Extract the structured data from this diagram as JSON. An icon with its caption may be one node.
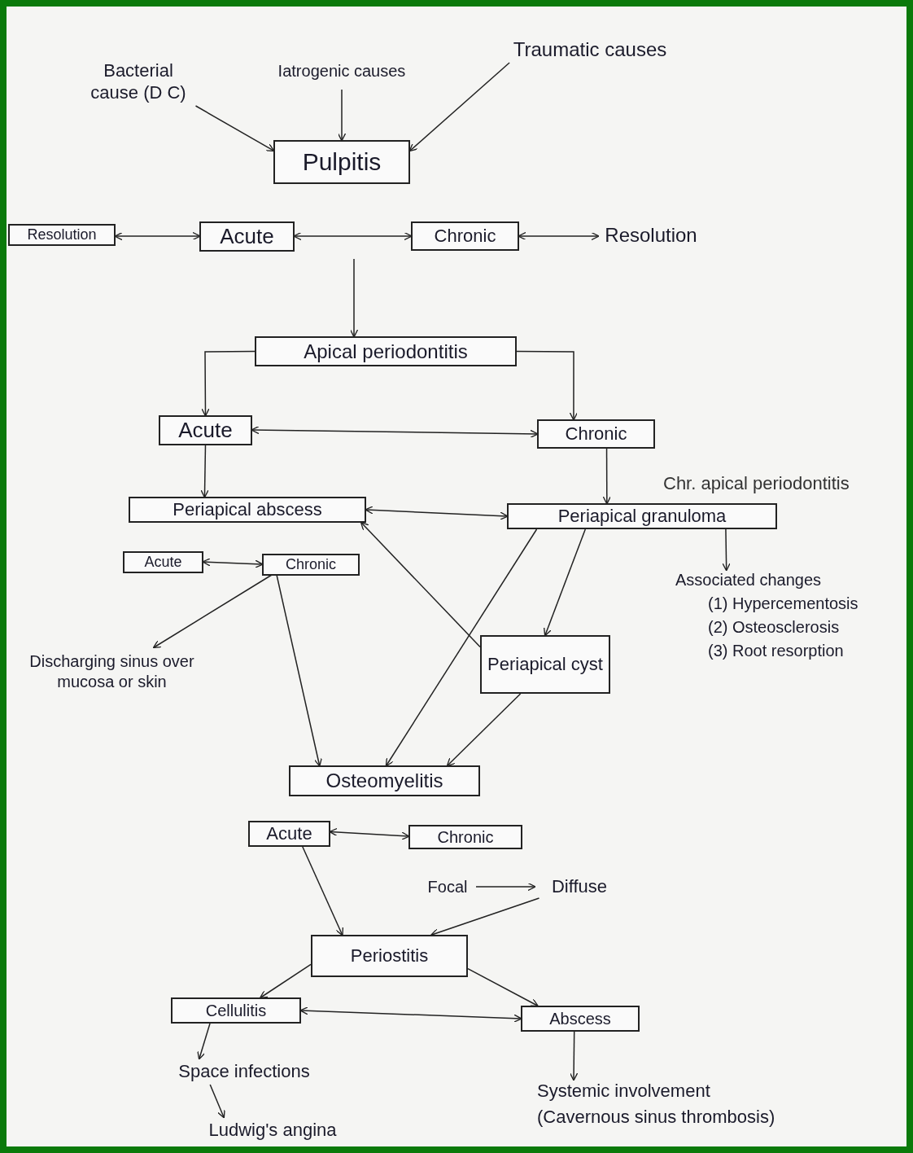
{
  "diagram": {
    "nodes": [
      {
        "text": [
          "Bacterial cause (D C)"
        ]
      },
      {
        "text": [
          "Iatrogenic causes"
        ]
      },
      {
        "text": [
          "Traumatic causes"
        ]
      },
      {
        "text": [
          "Pulpitis"
        ]
      },
      {
        "text": [
          "Resolution"
        ]
      },
      {
        "text": [
          "Acute"
        ]
      },
      {
        "text": [
          "Chronic"
        ]
      },
      {
        "text": [
          "Resolution"
        ]
      },
      {
        "text": [
          "Apical periodontitis"
        ]
      },
      {
        "text": [
          "Acute"
        ]
      },
      {
        "text": [
          "Chronic"
        ]
      },
      {
        "text": [
          "Periapical abscess"
        ]
      },
      {
        "text": [
          "Periapical granuloma"
        ]
      },
      {
        "text": [
          "Acute"
        ]
      },
      {
        "text": [
          "Chronic"
        ]
      },
      {
        "text": [
          "Discharging sinus over mucosa or skin"
        ]
      },
      {
        "text": [
          "Periapical cyst"
        ]
      },
      {
        "text": [
          "Associated changes",
          "(1) Hypercementosis",
          "(2) Osteosclerosis",
          "(3) Root resorption"
        ]
      },
      {
        "text": [
          "Osteomyelitis"
        ]
      },
      {
        "text": [
          "Acute"
        ]
      },
      {
        "text": [
          "Chronic"
        ]
      },
      {
        "text": [
          "Focal"
        ]
      },
      {
        "text": [
          "Diffuse"
        ]
      },
      {
        "text": [
          "Periostitis"
        ]
      },
      {
        "text": [
          "Cellulitis"
        ]
      },
      {
        "text": [
          "Abscess"
        ]
      },
      {
        "text": [
          "Space infections"
        ]
      },
      {
        "text": [
          "Ludwig's angina"
        ]
      },
      {
        "text": [
          "Systemic involvement",
          "(Cavernous sinus thrombosis)"
        ]
      }
    ],
    "edges": [
      {
        "from": 0,
        "to": 3,
        "arrow": "to"
      },
      {
        "from": 1,
        "to": 3,
        "arrow": "to"
      },
      {
        "from": 2,
        "to": 3,
        "arrow": "to"
      },
      {
        "from": 5,
        "to": 4,
        "arrow": "both"
      },
      {
        "from": 5,
        "to": 6,
        "arrow": "both"
      },
      {
        "from": 6,
        "to": 7,
        "arrow": "both"
      },
      {
        "from": null,
        "to": 8,
        "arrow": "to"
      },
      {
        "from": 8,
        "to": 9,
        "arrow": "to"
      },
      {
        "from": 8,
        "to": 10,
        "arrow": "to"
      },
      {
        "from": 9,
        "to": 10,
        "arrow": "both"
      },
      {
        "from": 9,
        "to": 11,
        "arrow": "to"
      },
      {
        "from": 10,
        "to": 12,
        "arrow": "to"
      },
      {
        "from": 11,
        "to": 12,
        "arrow": "both"
      },
      {
        "from": 13,
        "to": 14,
        "arrow": "both"
      },
      {
        "from": 14,
        "to": 15,
        "arrow": "to"
      },
      {
        "from": 14,
        "to": 18,
        "arrow": "to"
      },
      {
        "from": 16,
        "to": 11,
        "arrow": "to"
      },
      {
        "from": 12,
        "to": 18,
        "arrow": "to"
      },
      {
        "from": 12,
        "to": 16,
        "arrow": "to"
      },
      {
        "from": 16,
        "to": 18,
        "arrow": "to"
      },
      {
        "from": 12,
        "to": 17,
        "arrow": "to"
      },
      {
        "from": 19,
        "to": 20,
        "arrow": "both"
      },
      {
        "from": 19,
        "to": 23,
        "arrow": "to"
      },
      {
        "from": 21,
        "to": 22,
        "arrow": "to"
      },
      {
        "from": 22,
        "to": 23,
        "arrow": "to"
      },
      {
        "from": 23,
        "to": 24,
        "arrow": "to"
      },
      {
        "from": 23,
        "to": 25,
        "arrow": "to"
      },
      {
        "from": 24,
        "to": 25,
        "arrow": "both"
      },
      {
        "from": 24,
        "to": 26,
        "arrow": "to"
      },
      {
        "from": 26,
        "to": 27,
        "arrow": "to"
      },
      {
        "from": 25,
        "to": 28,
        "arrow": "to"
      }
    ],
    "labels": [
      "Chr. apical periodontitis"
    ]
  }
}
